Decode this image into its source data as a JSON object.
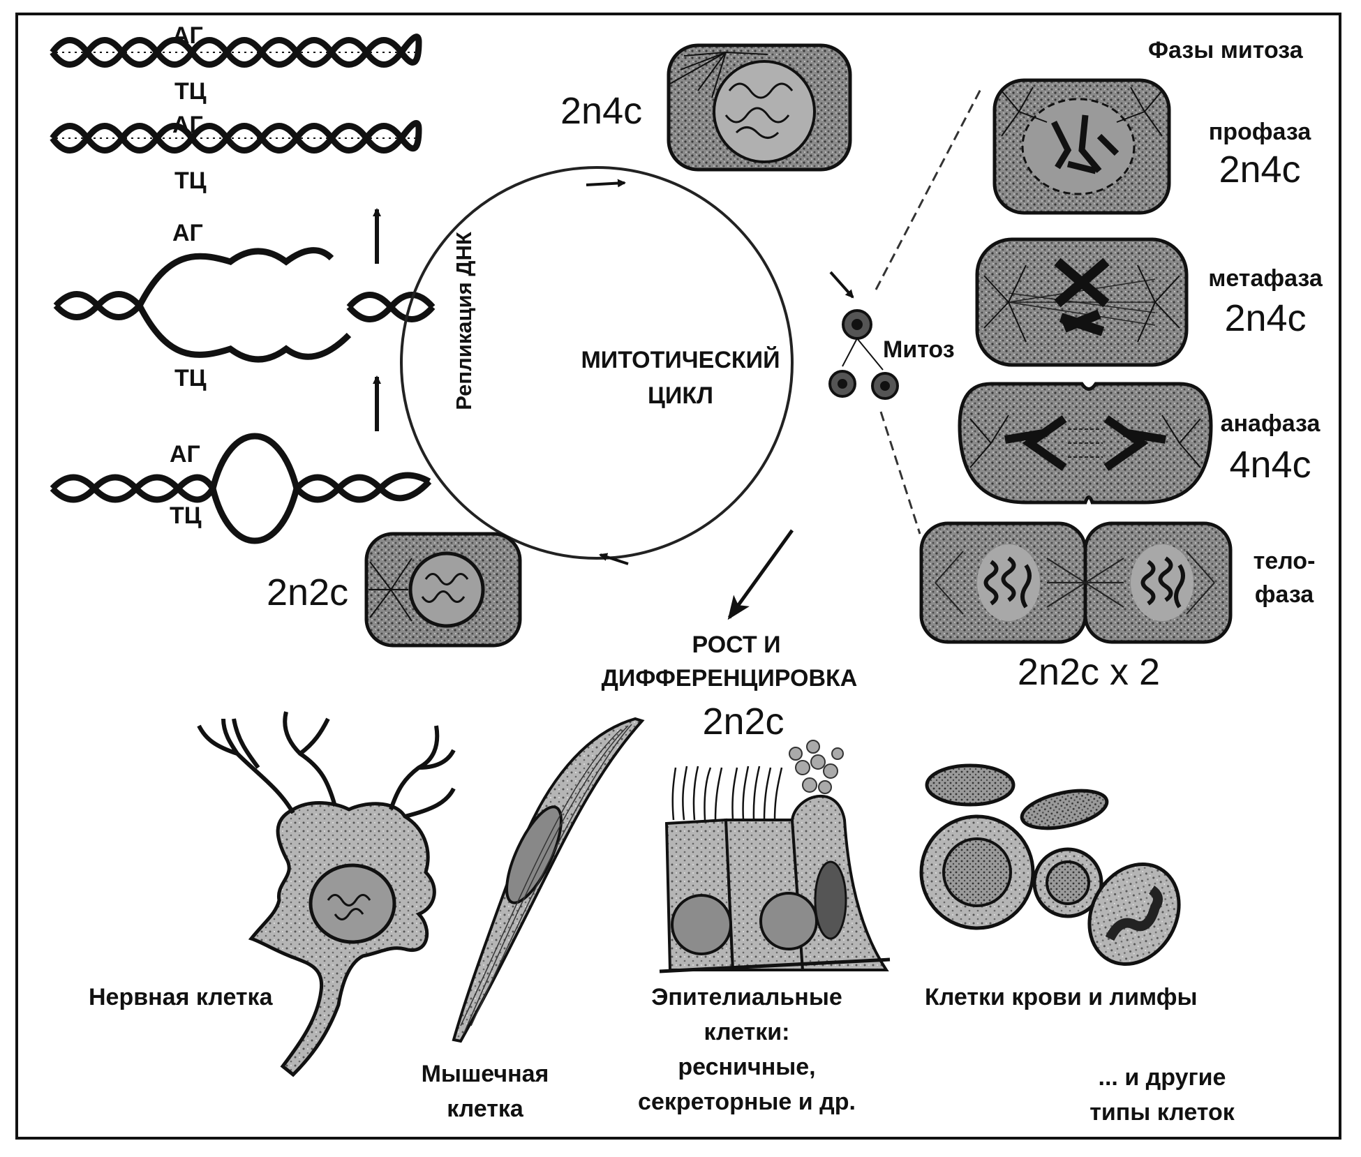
{
  "dna": {
    "top_rows": [
      {
        "upper": "АГ",
        "lower": "ТЦ"
      },
      {
        "upper": "АГ",
        "lower": "ТЦ"
      }
    ],
    "middle": {
      "upper": "АГ",
      "lower": "ТЦ"
    },
    "bottom": {
      "upper": "АГ",
      "lower": "ТЦ"
    },
    "replication_label": "Репликация ДНК"
  },
  "cycle": {
    "title_line1": "МИТОТИЧЕСКИЙ",
    "title_line2": "ЦИКЛ",
    "top_cell_formula": "2n4c",
    "left_cell_formula": "2n2c",
    "mitosis_label": "Митоз",
    "growth_line1": "РОСТ И",
    "growth_line2": "ДИФФЕРЕНЦИРОВКА",
    "growth_formula": "2n2c"
  },
  "phases": {
    "title": "Фазы митоза",
    "items": [
      {
        "name": "профаза",
        "formula": "2n4c"
      },
      {
        "name": "метафаза",
        "formula": "2n4c"
      },
      {
        "name": "анафаза",
        "formula": "4n4c"
      },
      {
        "name_line1": "тело-",
        "name_line2": "фаза",
        "formula": "2n2c х 2"
      }
    ]
  },
  "cell_types": {
    "nerve": "Нервная клетка",
    "muscle_line1": "Мышечная",
    "muscle_line2": "клетка",
    "epithelial_line1": "Эпителиальные",
    "epithelial_line2": "клетки:",
    "epithelial_line3": "ресничные,",
    "epithelial_line4": "секреторные и др.",
    "blood": "Клетки крови и лимфы",
    "other_line1": "... и другие",
    "other_line2": "типы клеток"
  }
}
